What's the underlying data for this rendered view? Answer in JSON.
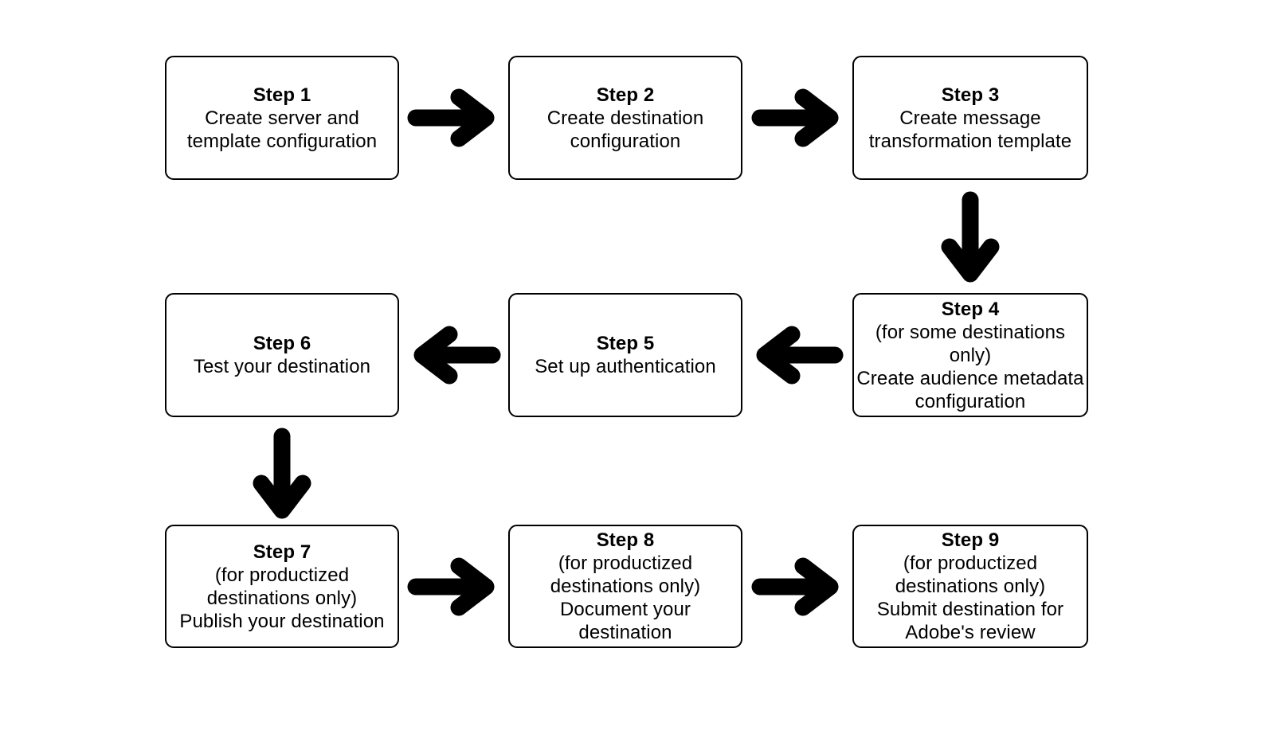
{
  "diagram": {
    "type": "flowchart",
    "title": "",
    "background_color": "#ffffff",
    "stroke_color": "#000000",
    "node_fill_color": "#ffffff",
    "nodes": [
      {
        "id": "step-1",
        "title": "Step 1",
        "lines": [
          "Create server and",
          "template configuration"
        ],
        "row": 1,
        "col": 1
      },
      {
        "id": "step-2",
        "title": "Step 2",
        "lines": [
          "Create destination",
          "configuration"
        ],
        "row": 1,
        "col": 2
      },
      {
        "id": "step-3",
        "title": "Step 3",
        "lines": [
          "Create message",
          "transformation template"
        ],
        "row": 1,
        "col": 3
      },
      {
        "id": "step-4",
        "title": "Step 4",
        "lines": [
          "(for some destinations",
          "only)",
          "Create audience metadata",
          "configuration"
        ],
        "row": 2,
        "col": 3
      },
      {
        "id": "step-5",
        "title": "Step 5",
        "lines": [
          "Set up authentication"
        ],
        "row": 2,
        "col": 2
      },
      {
        "id": "step-6",
        "title": "Step 6",
        "lines": [
          "Test your destination"
        ],
        "row": 2,
        "col": 1
      },
      {
        "id": "step-7",
        "title": "Step 7",
        "lines": [
          "(for productized",
          "destinations only)",
          "Publish your destination"
        ],
        "row": 3,
        "col": 1
      },
      {
        "id": "step-8",
        "title": "Step 8",
        "lines": [
          "(for productized",
          "destinations only)",
          "Document your",
          "destination"
        ],
        "row": 3,
        "col": 2
      },
      {
        "id": "step-9",
        "title": "Step 9",
        "lines": [
          "(for productized",
          "destinations only)",
          "Submit destination for",
          "Adobe's review"
        ],
        "row": 3,
        "col": 3
      }
    ],
    "connectors": [
      {
        "id": "arrow-step1-step2",
        "from": "step-1",
        "to": "step-2",
        "direction": "right"
      },
      {
        "id": "arrow-step2-step3",
        "from": "step-2",
        "to": "step-3",
        "direction": "right"
      },
      {
        "id": "arrow-step3-step4",
        "from": "step-3",
        "to": "step-4",
        "direction": "down"
      },
      {
        "id": "arrow-step4-step5",
        "from": "step-4",
        "to": "step-5",
        "direction": "left"
      },
      {
        "id": "arrow-step5-step6",
        "from": "step-5",
        "to": "step-6",
        "direction": "left"
      },
      {
        "id": "arrow-step6-step7",
        "from": "step-6",
        "to": "step-7",
        "direction": "down"
      },
      {
        "id": "arrow-step7-step8",
        "from": "step-7",
        "to": "step-8",
        "direction": "right"
      },
      {
        "id": "arrow-step8-step9",
        "from": "step-8",
        "to": "step-9",
        "direction": "right"
      }
    ]
  }
}
